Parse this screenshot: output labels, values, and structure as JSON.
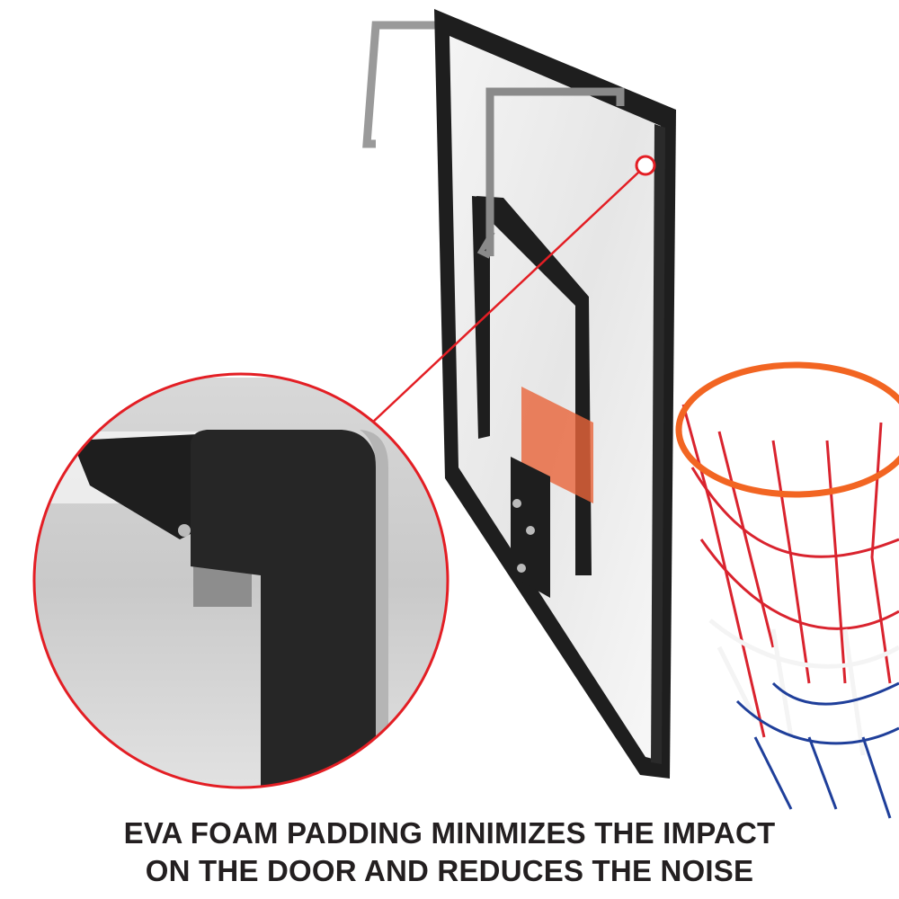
{
  "caption": {
    "line1": "EVA FOAM PADDING MINIMIZES THE IMPACT",
    "line2": "ON THE DOOR AND REDUCES THE NOISE"
  },
  "colors": {
    "callout_red": "#e31e24",
    "rim_orange": "#f26522",
    "foam_black": "#1e1e1e",
    "net_red": "#d9232e",
    "net_blue": "#1f3f9a"
  },
  "icons": [
    "magnifier-callout",
    "callout-dot"
  ]
}
